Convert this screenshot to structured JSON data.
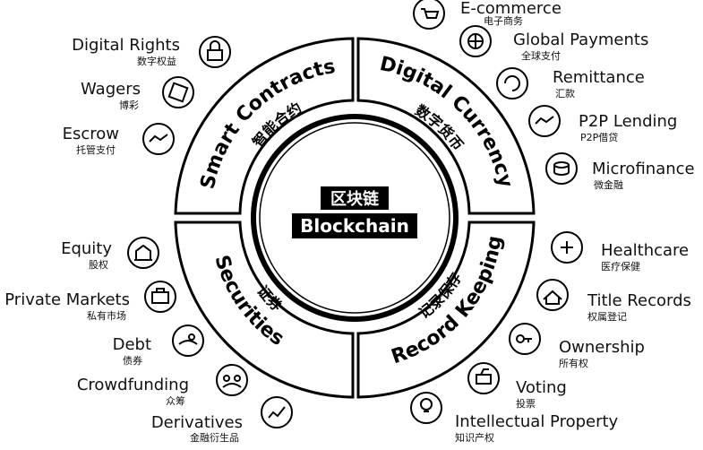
{
  "center": {
    "cn": "区块链",
    "en": "Blockchain"
  },
  "sectors": [
    {
      "en": "Smart Contracts",
      "cn": "智能合约"
    },
    {
      "en": "Digital Currency",
      "cn": "数字货币"
    },
    {
      "en": "Record Keeping",
      "cn": "记录保存"
    },
    {
      "en": "Securities",
      "cn": "证券"
    }
  ],
  "items_left": [
    {
      "en": "Digital Rights",
      "cn": "数字权益",
      "icon": "lock-icon"
    },
    {
      "en": "Wagers",
      "cn": "博彩",
      "icon": "dice-icon"
    },
    {
      "en": "Escrow",
      "cn": "托管支付",
      "icon": "handshake-icon"
    },
    {
      "en": "Equity",
      "cn": "股权",
      "icon": "building-icon"
    },
    {
      "en": "Private Markets",
      "cn": "私有市场",
      "icon": "briefcase-icon"
    },
    {
      "en": "Debt",
      "cn": "债券",
      "icon": "hand-coin-icon"
    },
    {
      "en": "Crowdfunding",
      "cn": "众筹",
      "icon": "crowd-icon"
    },
    {
      "en": "Derivatives",
      "cn": "金融衍生品",
      "icon": "chart-icon"
    }
  ],
  "items_right": [
    {
      "en": "E-commerce",
      "cn": "电子商务",
      "icon": "cart-icon"
    },
    {
      "en": "Global Payments",
      "cn": "全球支付",
      "icon": "globe-icon"
    },
    {
      "en": "Remittance",
      "cn": "汇款",
      "icon": "refresh-icon"
    },
    {
      "en": "P2P Lending",
      "cn": "P2P借贷",
      "icon": "handshake-icon"
    },
    {
      "en": "Microfinance",
      "cn": "微金融",
      "icon": "coins-icon"
    },
    {
      "en": "Healthcare",
      "cn": "医疗保健",
      "icon": "health-icon"
    },
    {
      "en": "Title Records",
      "cn": "权属登记",
      "icon": "house-icon"
    },
    {
      "en": "Ownership",
      "cn": "所有权",
      "icon": "key-icon"
    },
    {
      "en": "Voting",
      "cn": "投票",
      "icon": "ballot-icon"
    },
    {
      "en": "Intellectual Property",
      "cn": "知识产权",
      "icon": "bulb-icon"
    }
  ]
}
